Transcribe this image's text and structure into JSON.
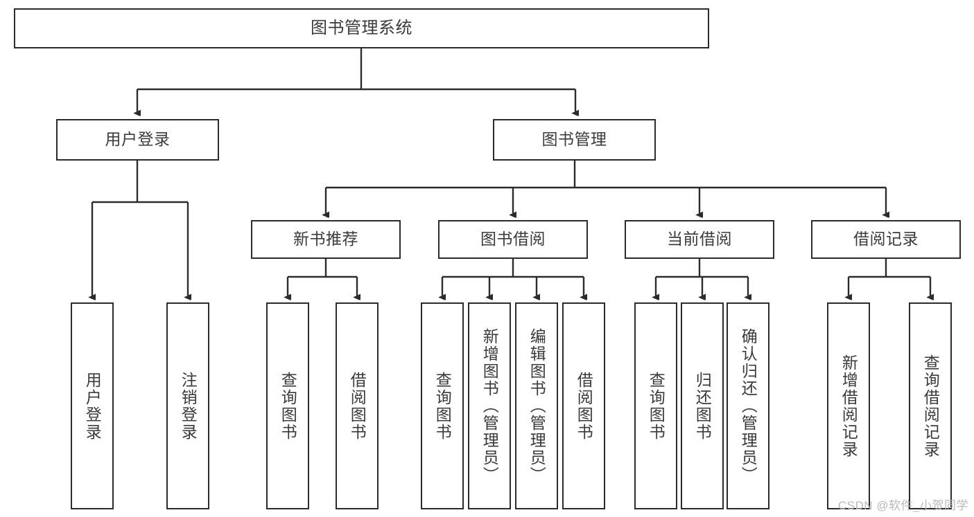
{
  "diagram": {
    "title": "图书管理系统",
    "type": "tree-hierarchy-chart",
    "watermark": "CSDN @软件_小贺同学",
    "colors": {
      "stroke": "#2b2b2b",
      "text": "#3a3a3a",
      "background": "#ffffff",
      "watermark": "#b9b9b9"
    },
    "nodes": {
      "root": {
        "label": "图书管理系统"
      },
      "level2": [
        {
          "label": "用户登录"
        },
        {
          "label": "图书管理"
        }
      ],
      "level3": [
        {
          "label": "新书推荐"
        },
        {
          "label": "图书借阅"
        },
        {
          "label": "当前借阅"
        },
        {
          "label": "借阅记录"
        }
      ],
      "leaves": {
        "user_login": [
          {
            "label": "用户登录"
          },
          {
            "label": "注销登录"
          }
        ],
        "new_book_recommend": [
          {
            "label": "查询图书"
          },
          {
            "label": "借阅图书"
          }
        ],
        "book_borrow": [
          {
            "label": "查询图书"
          },
          {
            "label": "新增图书（管理员）"
          },
          {
            "label": "编辑图书（管理员）"
          },
          {
            "label": "借阅图书"
          }
        ],
        "current_borrow": [
          {
            "label": "查询图书"
          },
          {
            "label": "归还图书"
          },
          {
            "label": "确认归还（管理员）"
          }
        ],
        "borrow_record": [
          {
            "label": "新增借阅记录"
          },
          {
            "label": "查询借阅记录"
          }
        ]
      }
    }
  }
}
